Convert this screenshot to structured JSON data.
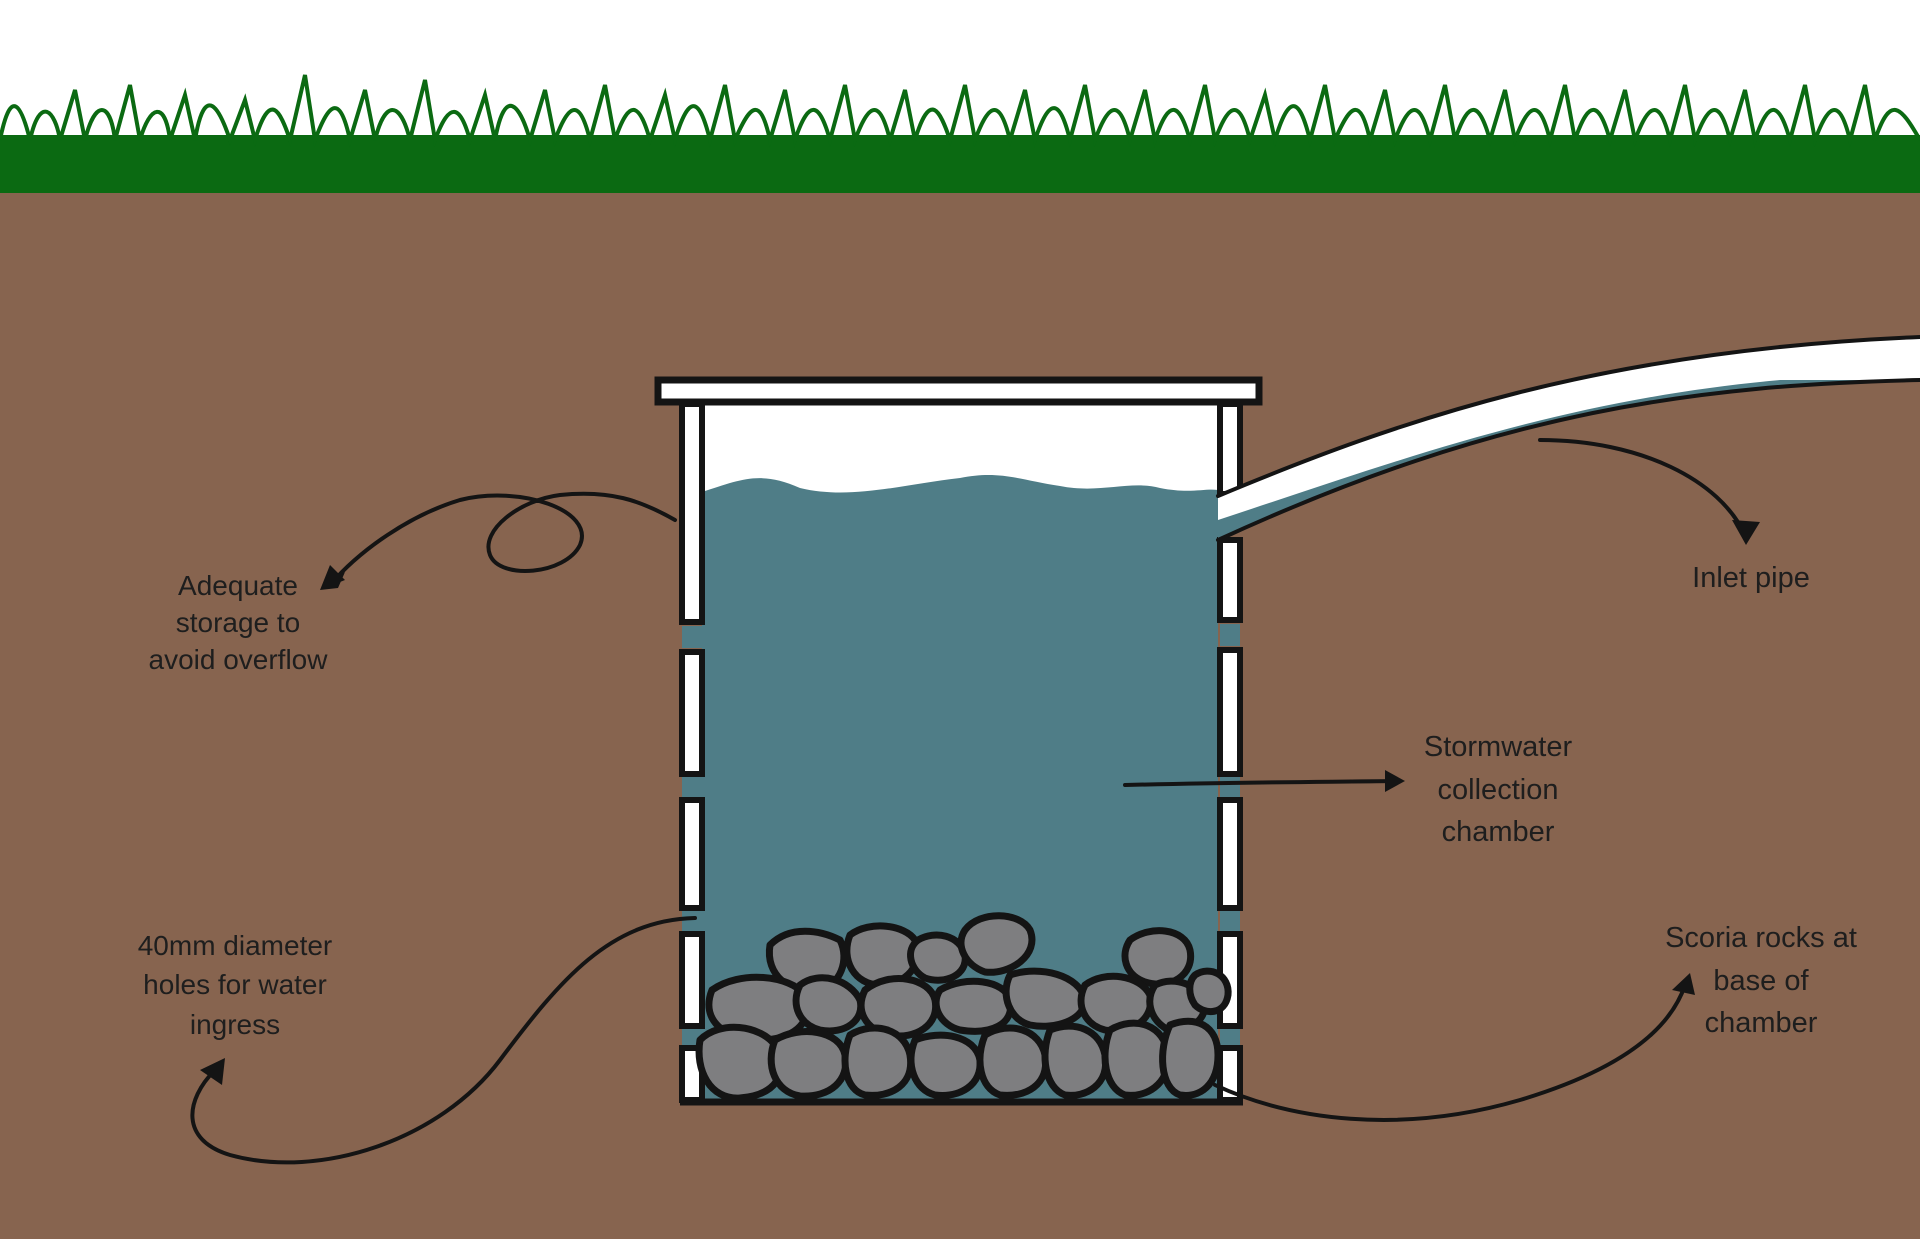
{
  "labels": {
    "storage": [
      "Adequate",
      "storage to",
      "avoid overflow"
    ],
    "inlet": "Inlet pipe",
    "chamber": [
      "Stormwater",
      "collection",
      "chamber"
    ],
    "holes": [
      "40mm diameter",
      "holes for water",
      "ingress"
    ],
    "rocks": [
      "Scoria rocks at",
      "base of",
      "chamber"
    ]
  },
  "colors": {
    "soil": "#87644f",
    "grass": "#0b6a12",
    "water": "#4f7d87",
    "rock": "#7e7e80",
    "outline": "#141414"
  }
}
